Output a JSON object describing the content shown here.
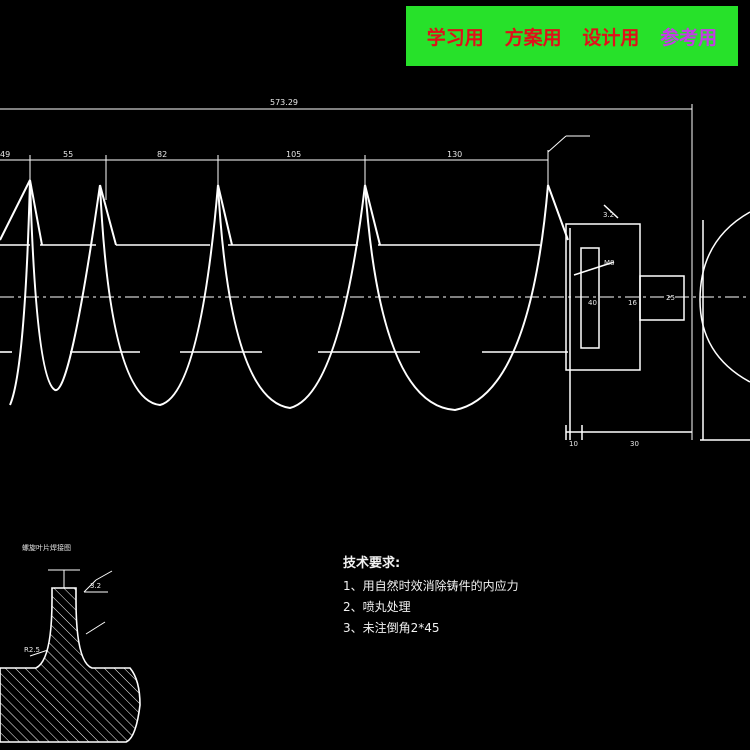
{
  "banner": {
    "items": [
      {
        "label": "学习用",
        "color": "#e0101a"
      },
      {
        "label": "方案用",
        "color": "#e0101a"
      },
      {
        "label": "设计用",
        "color": "#e0101a"
      },
      {
        "label": "参考用",
        "color": "#c43ce6"
      }
    ],
    "background": "#27e12a"
  },
  "drawing": {
    "overall_dim": "573.29",
    "pitch_dims": [
      "49",
      "55",
      "82",
      "105",
      "130"
    ],
    "hub_dims": {
      "bottom_left": "10",
      "bottom_right": "30",
      "vertical_a": "40",
      "vertical_b": "16",
      "shaft": "25",
      "roughness": "3.2",
      "note": "M8"
    },
    "line_color": "#ffffff"
  },
  "detail": {
    "title": "螺旋叶片焊接图",
    "dim_a": "3.2",
    "dim_b": "R2.5"
  },
  "notes": {
    "heading": "技术要求:",
    "items": [
      "1、用自然时效消除铸件的内应力",
      "2、喷丸处理",
      "3、未注倒角2*45"
    ]
  }
}
